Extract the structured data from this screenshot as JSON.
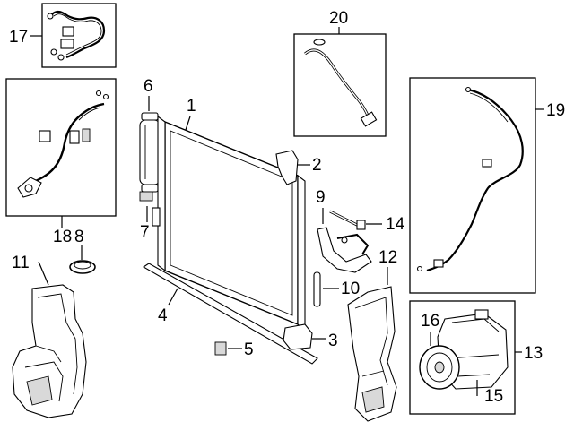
{
  "callouts": {
    "c1": "1",
    "c2": "2",
    "c3": "3",
    "c4": "4",
    "c5": "5",
    "c6": "6",
    "c7": "7",
    "c8": "8",
    "c9": "9",
    "c10": "10",
    "c11": "11",
    "c12": "12",
    "c13": "13",
    "c14": "14",
    "c15": "15",
    "c16": "16",
    "c17": "17",
    "c18": "18",
    "c19": "19",
    "c20": "20"
  },
  "colors": {
    "ink": "#000000",
    "background": "#ffffff",
    "shade": "#d9d9d9"
  }
}
